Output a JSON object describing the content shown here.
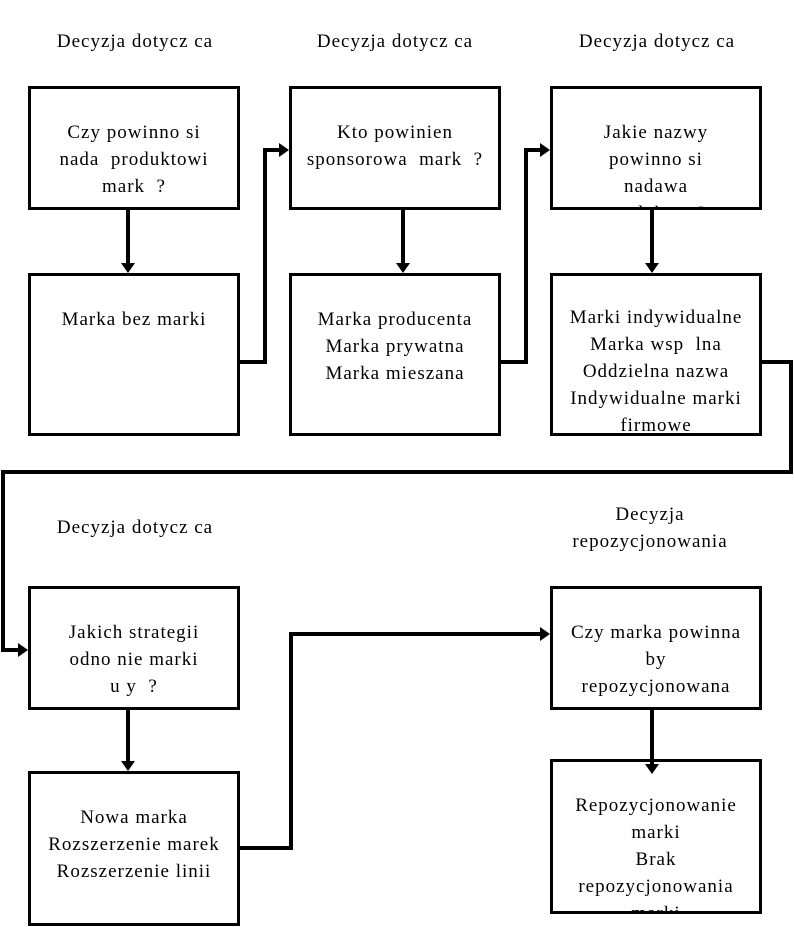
{
  "headings": {
    "col1": "Decyzja dotycz ca",
    "col2": "Decyzja dotycz ca",
    "col3": "Decyzja dotycz ca",
    "row2_left": "Decyzja dotycz ca",
    "row2_right_line1": "Decyzja",
    "row2_right_line2": "repozycjonowania"
  },
  "boxes": {
    "q_branding": [
      "Czy powinno si",
      "nada  produktowi",
      "mark  ?"
    ],
    "a_branding": [
      "Marka bez marki"
    ],
    "q_sponsor": [
      "Kto powinien",
      "sponsorowa  mark  ?"
    ],
    "a_sponsor": [
      "Marka producenta",
      "Marka prywatna",
      "Marka mieszana"
    ],
    "q_naming": [
      "Jakie nazwy",
      "powinno si",
      "nadawa",
      "produktom?"
    ],
    "a_naming": [
      "Marki indywidualne",
      "Marka wsp  lna",
      "Oddzielna nazwa",
      "Indywidualne marki",
      "firmowe"
    ],
    "q_strategy": [
      "Jakich strategii",
      "odno nie marki",
      "u y  ?"
    ],
    "a_strategy": [
      "Nowa marka",
      "Rozszerzenie marek",
      "Rozszerzenie linii"
    ],
    "q_reposition": [
      "Czy marka powinna",
      "by",
      "repozycjonowana"
    ],
    "a_reposition": [
      "Repozycjonowanie",
      "marki",
      "Brak",
      "repozycjonowania",
      "marki"
    ]
  }
}
